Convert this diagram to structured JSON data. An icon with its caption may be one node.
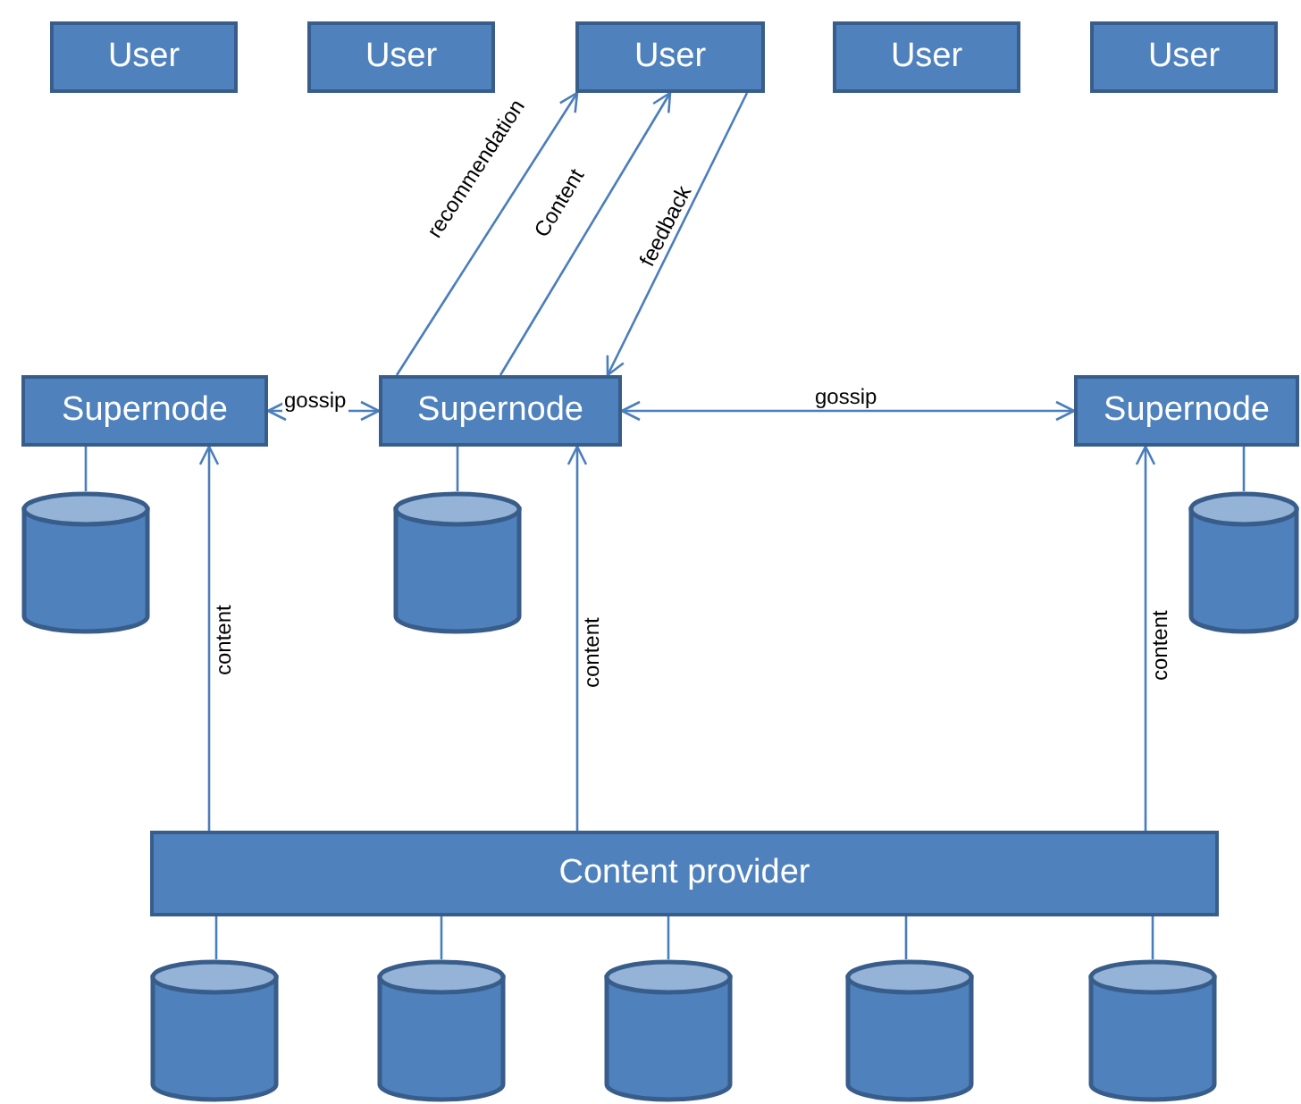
{
  "diagram": {
    "nodes": [
      {
        "text": [
          "User"
        ]
      },
      {
        "text": [
          "User"
        ]
      },
      {
        "text": [
          "User"
        ]
      },
      {
        "text": [
          "User"
        ]
      },
      {
        "text": [
          "User"
        ]
      },
      {
        "text": [
          "Supernode"
        ]
      },
      {
        "text": [
          "Supernode"
        ]
      },
      {
        "text": [
          "Supernode"
        ]
      },
      {
        "text": [],
        "shape": "cylinder"
      },
      {
        "text": [],
        "shape": "cylinder"
      },
      {
        "text": [],
        "shape": "cylinder"
      },
      {
        "text": [
          "Content provider"
        ]
      },
      {
        "text": [],
        "shape": "cylinder"
      },
      {
        "text": [],
        "shape": "cylinder"
      },
      {
        "text": [],
        "shape": "cylinder"
      },
      {
        "text": [],
        "shape": "cylinder"
      },
      {
        "text": [],
        "shape": "cylinder"
      }
    ],
    "edges": [
      {
        "from": 6,
        "to": 2,
        "arrow": "to",
        "label": "recommendation"
      },
      {
        "from": 6,
        "to": 2,
        "arrow": "to",
        "label": "Content"
      },
      {
        "from": 2,
        "to": 6,
        "arrow": "to",
        "label": "feedback"
      },
      {
        "from": 5,
        "to": 6,
        "arrow": "both",
        "label": "gossip"
      },
      {
        "from": 6,
        "to": 7,
        "arrow": "both",
        "label": "gossip"
      },
      {
        "from": 11,
        "to": 5,
        "arrow": "to",
        "label": "content"
      },
      {
        "from": 11,
        "to": 6,
        "arrow": "to",
        "label": "content"
      },
      {
        "from": 11,
        "to": 7,
        "arrow": "to",
        "label": "content"
      },
      {
        "from": 5,
        "to": 8,
        "arrow": "none"
      },
      {
        "from": 6,
        "to": 9,
        "arrow": "none"
      },
      {
        "from": 7,
        "to": 10,
        "arrow": "none"
      },
      {
        "from": 11,
        "to": 12,
        "arrow": "none"
      },
      {
        "from": 11,
        "to": 13,
        "arrow": "none"
      },
      {
        "from": 11,
        "to": 14,
        "arrow": "none"
      },
      {
        "from": 11,
        "to": 15,
        "arrow": "none"
      },
      {
        "from": 11,
        "to": 16,
        "arrow": "none"
      }
    ]
  }
}
